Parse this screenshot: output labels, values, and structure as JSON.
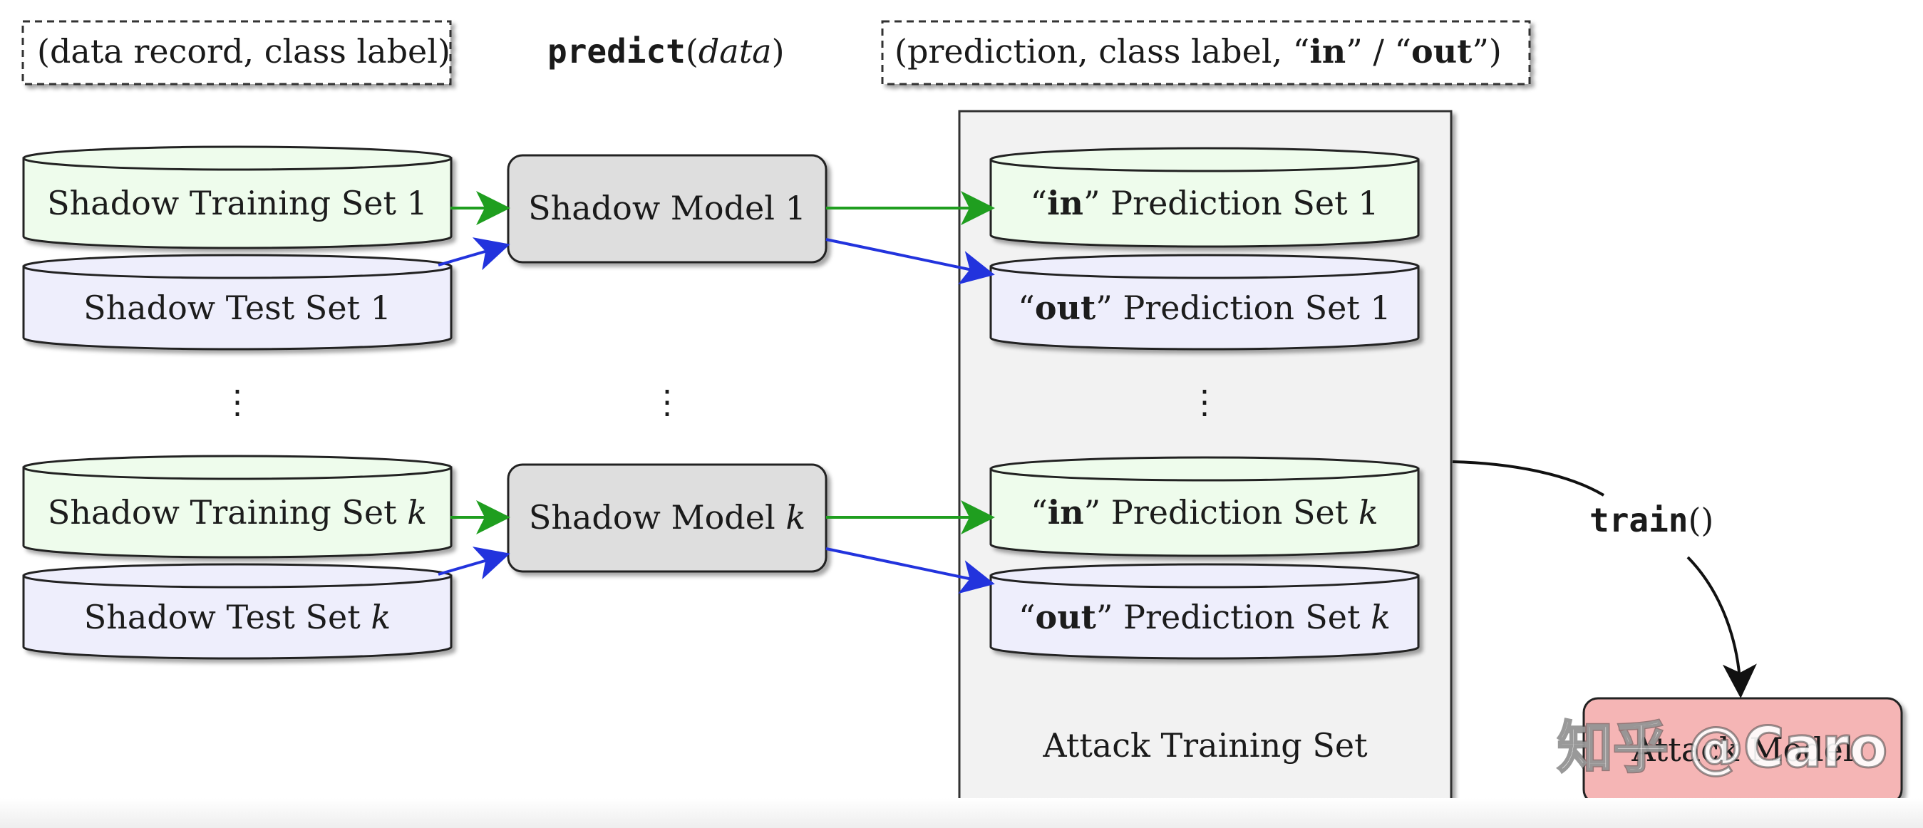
{
  "legend": {
    "left": "(data record, class label)",
    "middle_func": "predict",
    "middle_arg": "data",
    "right_prefix": "(prediction, class label, “",
    "right_in": "in",
    "right_sep": "” / “",
    "right_out": "out",
    "right_suffix": "”)"
  },
  "shadow": {
    "train1_prefix": "Shadow Training Set 1",
    "test1_prefix": "Shadow Test Set 1",
    "traink_prefix": "Shadow Training Set ",
    "testk_prefix": "Shadow Test Set ",
    "k": "k",
    "model1": "Shadow Model 1",
    "modelk_prefix": "Shadow Model ",
    "dots": "⋮"
  },
  "prediction": {
    "open_quote": "“",
    "close_quote": "”",
    "in": "in",
    "out": "out",
    "set1_suffix": " Prediction Set 1",
    "setk_suffix": " Prediction Set ",
    "k": "k"
  },
  "attack": {
    "training_set": "Attack Training Set",
    "train_func": "train",
    "train_parens": "()",
    "model_label": "Attack Model"
  },
  "watermark": "知乎 @Caro",
  "colors": {
    "green_arrow": "#1f9e1f",
    "blue_arrow": "#2233dd",
    "train_fill": "#eefcec",
    "test_fill": "#eeeefc",
    "model_fill": "#dedede",
    "attack_fill": "#f2f2f2",
    "attack_model_fill": "#f5b5b5"
  }
}
